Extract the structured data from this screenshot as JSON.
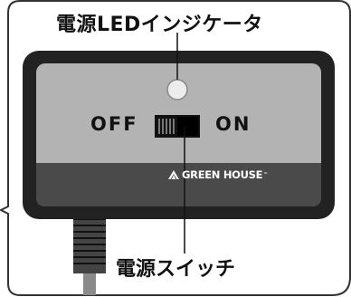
{
  "callouts": {
    "led_label": "電源LEDインジケータ",
    "switch_label": "電源スイッチ"
  },
  "device": {
    "off_label": "OFF",
    "on_label": "ON",
    "brand": "GREEN HOUSE",
    "brand_mark": "™"
  },
  "colors": {
    "frame": "#222222",
    "panel": "#b3b3b3",
    "strip": "#4a4a4a",
    "bubble_border": "#333333"
  }
}
